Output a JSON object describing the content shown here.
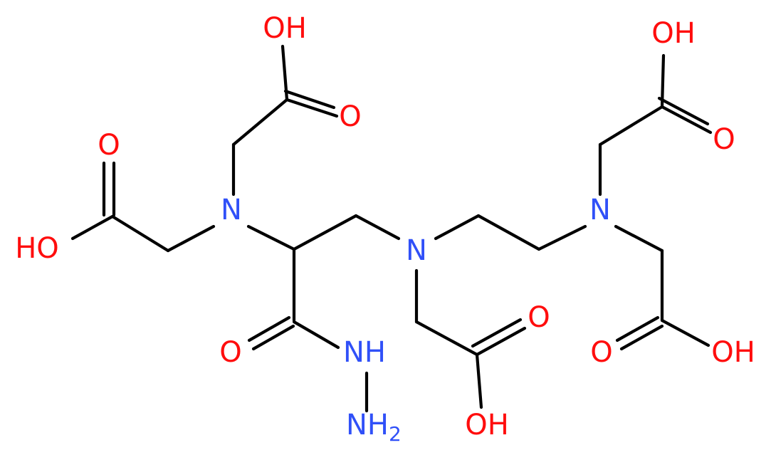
{
  "atoms": {
    "oh_top": "OH",
    "o_top": "O",
    "o_left": "O",
    "ho_left": "HO",
    "n1": "N",
    "o_amide": "O",
    "nh": "NH",
    "nh2_main": "NH",
    "nh2_sub": "2",
    "n2": "N",
    "o_mid": "O",
    "oh_mid": "OH",
    "n3": "N",
    "oh_right_top": "OH",
    "o_right_top": "O",
    "o_right_bottom": "O",
    "oh_right_bottom": "OH"
  },
  "colors": {
    "bond": "#000000",
    "oxygen": "#ff0d0d",
    "nitrogen": "#3050f8"
  }
}
